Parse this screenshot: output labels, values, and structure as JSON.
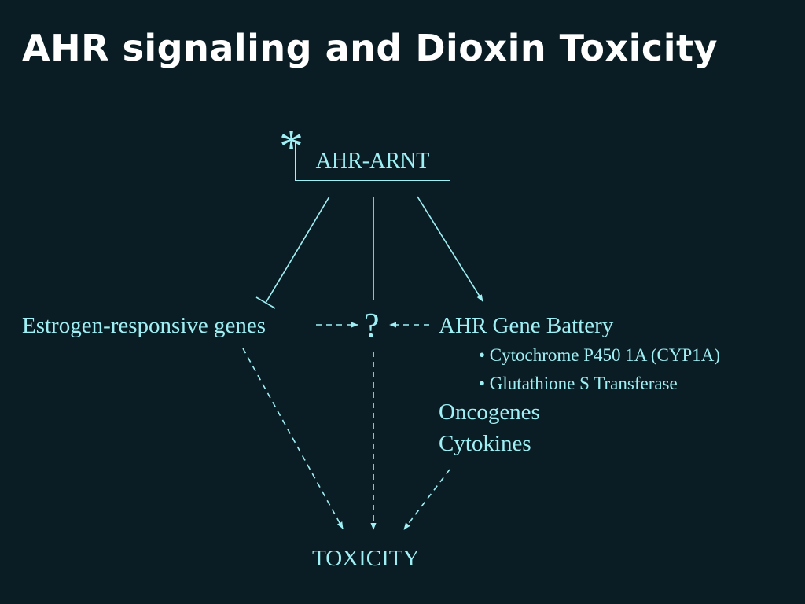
{
  "title": "AHR signaling and Dioxin Toxicity",
  "nodes": {
    "complex": "AHR-ARNT",
    "asterisk": "*",
    "estrogen": "Estrogen-responsive genes",
    "unknown": "?",
    "battery": "AHR Gene Battery",
    "battery_items": [
      "• Cytochrome P450 1A (CYP1A)",
      "• Glutathione S Transferase"
    ],
    "oncogenes": "Oncogenes",
    "cytokines": "Cytokines",
    "toxicity": "TOXICITY"
  },
  "colors": {
    "background": "#0b1d24",
    "title": "#ffffff",
    "accent": "#9ff0f5"
  }
}
